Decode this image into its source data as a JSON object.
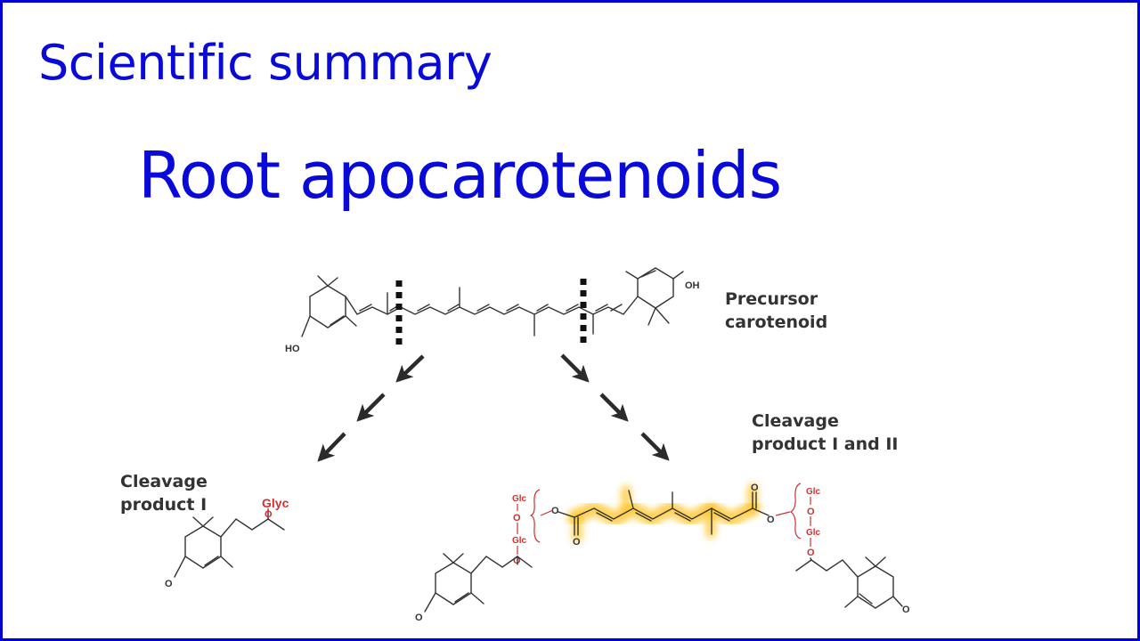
{
  "slide": {
    "header": "Scientific summary",
    "title": "Root apocarotenoids",
    "labels": {
      "precursor": [
        "Precursor",
        "carotenoid"
      ],
      "product_i": [
        "Cleavage",
        "product I"
      ],
      "product_ii": [
        "Cleavage",
        "product I and II"
      ]
    },
    "atoms": {
      "hydroxyl": "OH",
      "hydroxyl_left": "HO",
      "oxygen": "O",
      "glyc": "Glyc",
      "glc": "Glc"
    }
  },
  "colors": {
    "border": "#0000d9",
    "heading": "#0a0ad8",
    "label": "#333333",
    "bond": "#333333",
    "sugar": "#d03030",
    "highlight": "#ffc21a",
    "arrow": "#2b2b2b"
  }
}
